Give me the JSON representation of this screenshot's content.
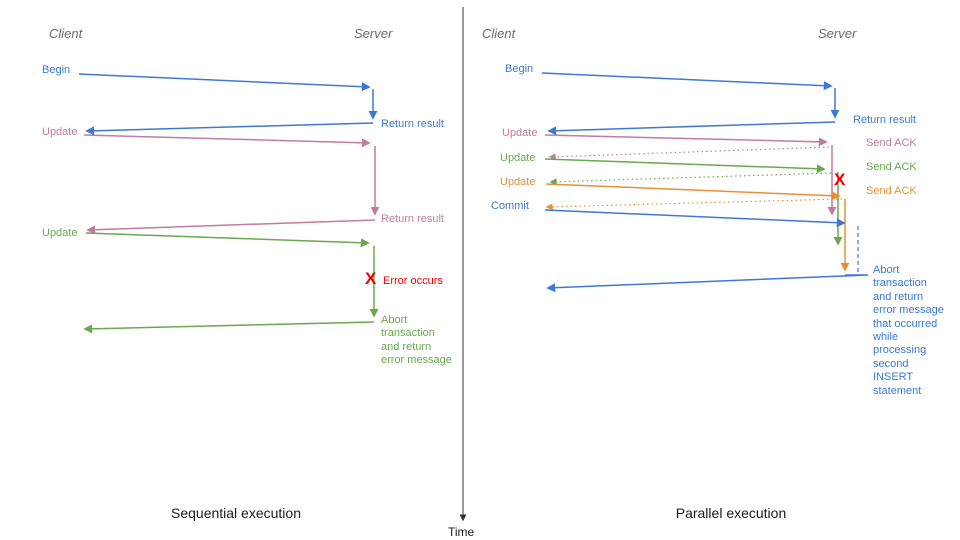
{
  "diagram": {
    "time_axis_label": "Time",
    "colors": {
      "blue": "#3c78d8",
      "pink": "#c27ba0",
      "green": "#6aa84f",
      "orange": "#e69138",
      "red": "#ee0000",
      "header_gray": "#666a6e",
      "axis": "#333333"
    },
    "sequential": {
      "caption": "Sequential execution",
      "client_header": "Client",
      "server_header": "Server",
      "labels": {
        "begin": "Begin",
        "return_result_1": "Return result",
        "update_1": "Update",
        "return_result_2": "Return result",
        "update_2": "Update",
        "error_mark": "X",
        "error_text": "Error occurs",
        "abort_text": "Abort\ntransaction\nand return\nerror message"
      }
    },
    "parallel": {
      "caption": "Parallel execution",
      "client_header": "Client",
      "server_header": "Server",
      "labels": {
        "begin": "Begin",
        "return_result": "Return result",
        "update_1": "Update",
        "send_ack_1": "Send ACK",
        "update_2": "Update",
        "send_ack_2": "Send ACK",
        "update_3": "Update",
        "send_ack_3": "Send ACK",
        "commit": "Commit",
        "error_mark": "X",
        "abort_text": "Abort\ntransaction\nand return\nerror message\nthat occurred\nwhile\nprocessing\nsecond\nINSERT\nstatement"
      }
    }
  }
}
